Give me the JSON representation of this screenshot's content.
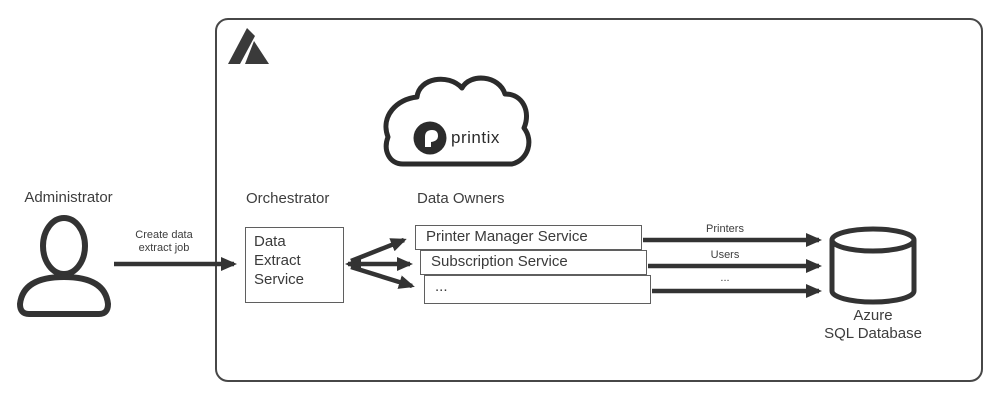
{
  "diagram": {
    "administrator_label": "Administrator",
    "create_job": {
      "line1": "Create data",
      "line2": "extract job"
    },
    "orchestrator_label": "Orchestrator",
    "orchestrator_service": "Data Extract Service",
    "data_owners_label": "Data Owners",
    "owner_services": [
      "Printer Manager Service",
      "Subscription Service",
      "..."
    ],
    "output_labels": [
      "Printers",
      "Users",
      "..."
    ],
    "database": {
      "line1": "Azure",
      "line2": "SQL Database"
    },
    "cloud_brand": "printix"
  },
  "icons": {
    "azure_logo": "azure-a-mark",
    "printix_mark": "circled-bent-arrow",
    "person": "person-outline",
    "cloud": "cloud-outline",
    "database": "cylinder-database",
    "arrows": "solid-black-arrow"
  },
  "colors": {
    "ink": "#333333",
    "text": "#3d3d3d",
    "container_border": "#474747",
    "box_border": "#5f5f5f",
    "background": "#ffffff"
  }
}
